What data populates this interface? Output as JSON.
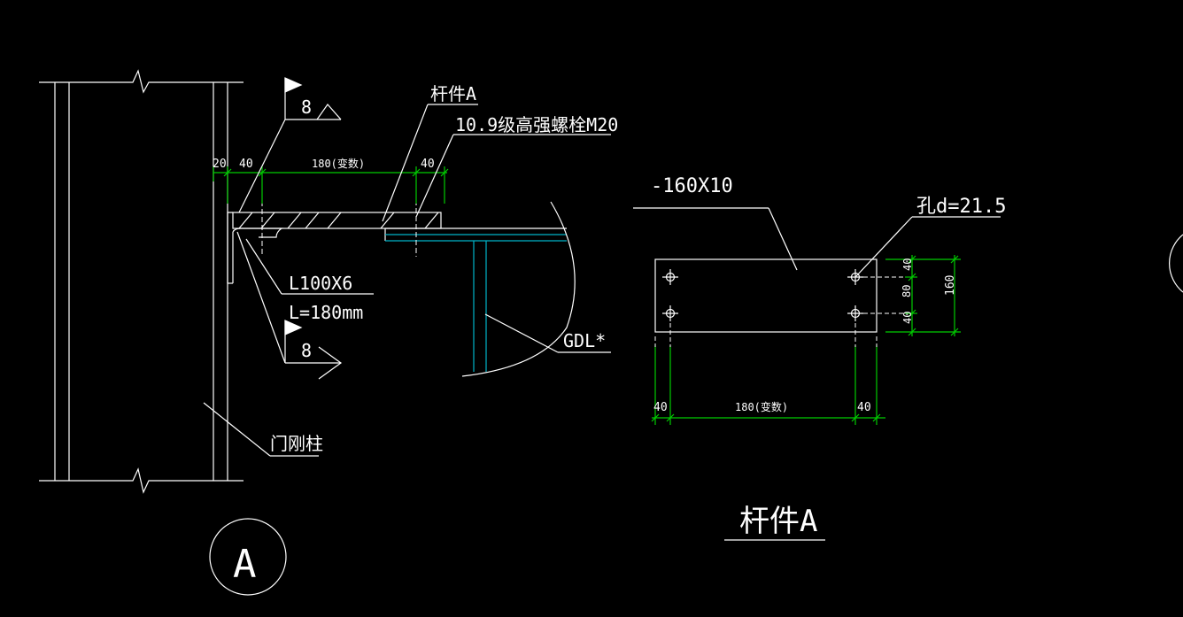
{
  "drawing": {
    "colors": {
      "background": "#000000",
      "line": "#ffffff",
      "dimension": "#00cc00",
      "hidden": "#00b4c8",
      "hatch": "#ffffff"
    },
    "detail_label": "A",
    "part_label": "杆件A",
    "part_title": "杆件A",
    "bolt_spec": "10.9级高强螺栓M20",
    "angle_size": "L100X6",
    "angle_length": "L=180mm",
    "beam_label": "GDL*",
    "column_label": "门刚柱",
    "weld_size_top": "8",
    "weld_size_bottom": "8",
    "plate_spec": "-160X10",
    "hole_spec": "孔d=21.5",
    "dims_left": {
      "d1": "20",
      "d2": "40",
      "d3": "180(变数)",
      "d4": "40"
    },
    "dims_plate_bottom": {
      "d1": "40",
      "d2": "180(变数)",
      "d3": "40"
    },
    "dims_plate_right": {
      "d1": "40",
      "d2": "80",
      "d3": "40",
      "total": "160"
    }
  }
}
